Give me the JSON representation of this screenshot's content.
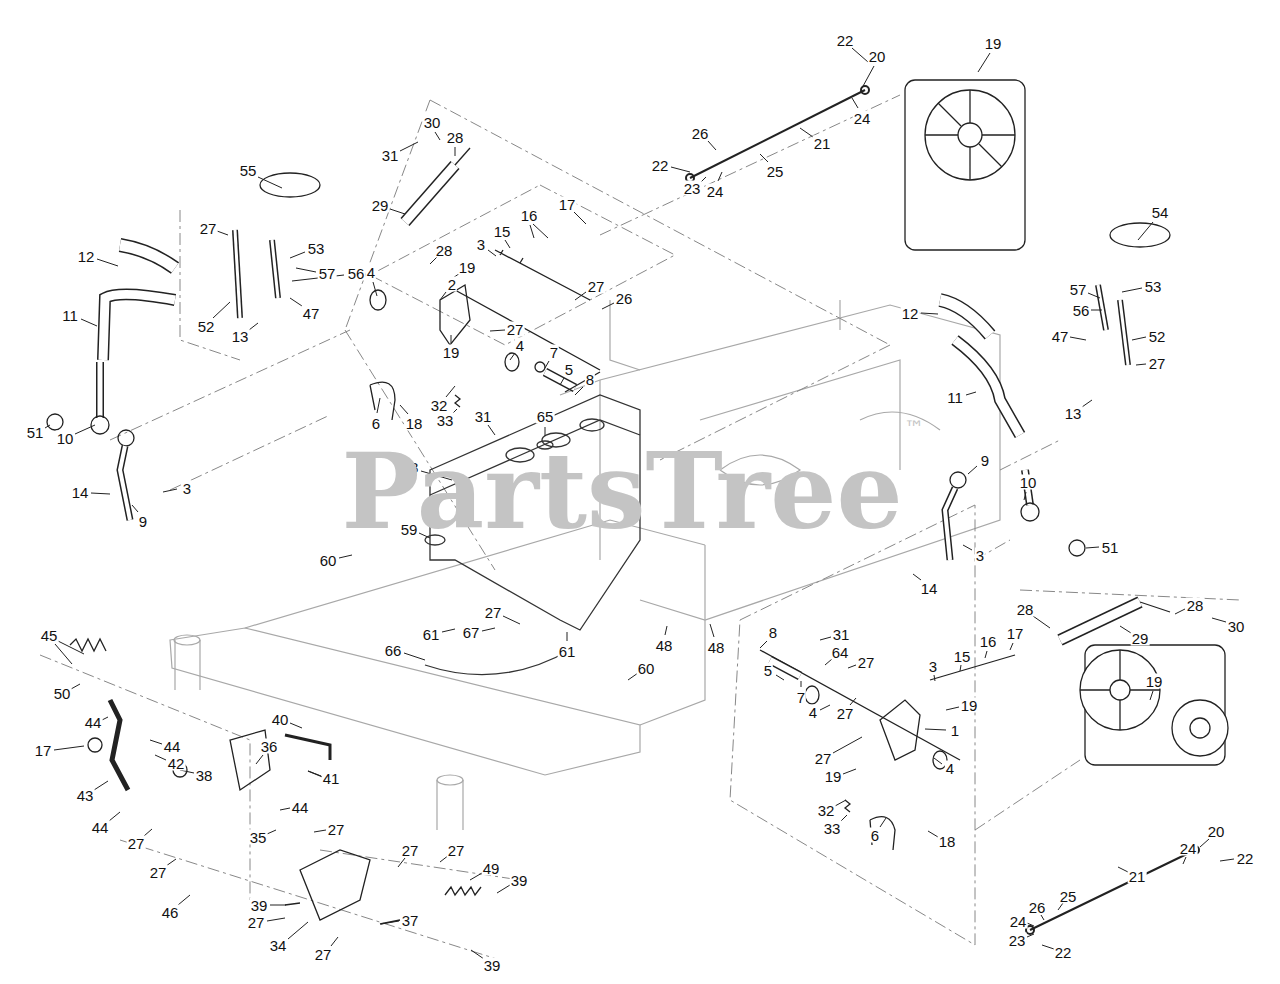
{
  "diagram": {
    "labels": [
      "22",
      "20",
      "19",
      "24",
      "21",
      "26",
      "25",
      "22",
      "23",
      "24",
      "54",
      "55",
      "27",
      "53",
      "57",
      "56",
      "52",
      "13",
      "47",
      "12",
      "11",
      "51",
      "10",
      "14",
      "9",
      "3",
      "31",
      "30",
      "28",
      "29",
      "28",
      "16",
      "17",
      "15",
      "3",
      "4",
      "19",
      "2",
      "27",
      "26",
      "27",
      "4",
      "7",
      "5",
      "8",
      "19",
      "32",
      "33",
      "6",
      "18",
      "31",
      "65",
      "58",
      "59",
      "60",
      "27",
      "61",
      "67",
      "66",
      "61",
      "48",
      "48",
      "60",
      "12",
      "11",
      "57",
      "56",
      "53",
      "47",
      "52",
      "27",
      "13",
      "9",
      "10",
      "3",
      "51",
      "14",
      "28",
      "28",
      "29",
      "30",
      "8",
      "31",
      "64",
      "27",
      "17",
      "16",
      "15",
      "3",
      "5",
      "7",
      "4",
      "27",
      "19",
      "1",
      "27",
      "19",
      "19",
      "4",
      "32",
      "33",
      "6",
      "18",
      "24",
      "20",
      "22",
      "21",
      "25",
      "26",
      "24",
      "23",
      "22",
      "45",
      "50",
      "44",
      "17",
      "44",
      "42",
      "38",
      "43",
      "44",
      "27",
      "40",
      "36",
      "41",
      "44",
      "35",
      "27",
      "27",
      "46",
      "27",
      "27",
      "49",
      "39",
      "39",
      "27",
      "34",
      "37",
      "27",
      "39",
      "PartsTree",
      "™"
    ]
  }
}
